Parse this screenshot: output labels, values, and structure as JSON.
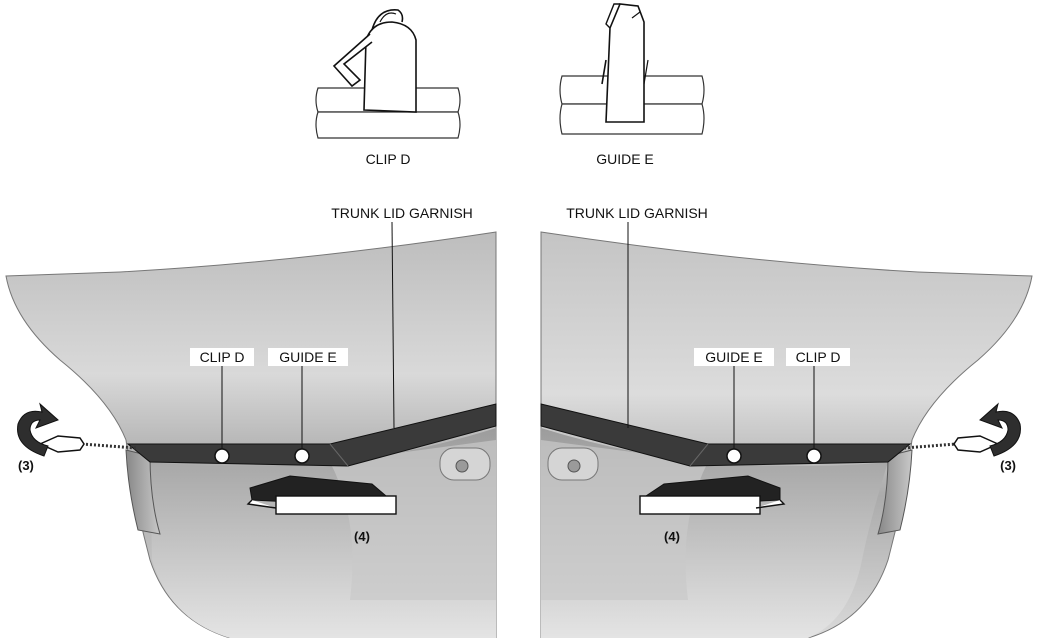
{
  "top_details": {
    "clip_caption": "CLIP D",
    "guide_caption": "GUIDE E"
  },
  "left_panel": {
    "garnish_label": "TRUNK LID GARNISH",
    "clip_label": "CLIP D",
    "guide_label": "GUIDE E",
    "step_tool": "(3)",
    "step_pull": "(4)"
  },
  "right_panel": {
    "garnish_label": "TRUNK LID GARNISH",
    "guide_label": "GUIDE E",
    "clip_label": "CLIP D",
    "step_tool": "(3)",
    "step_pull": "(4)"
  },
  "colors": {
    "body_light": "#eeeeee",
    "body_dark": "#9a9a9a",
    "garnish": "#3a3a3a",
    "label_bg": "#ffffff",
    "text": "#111111"
  }
}
